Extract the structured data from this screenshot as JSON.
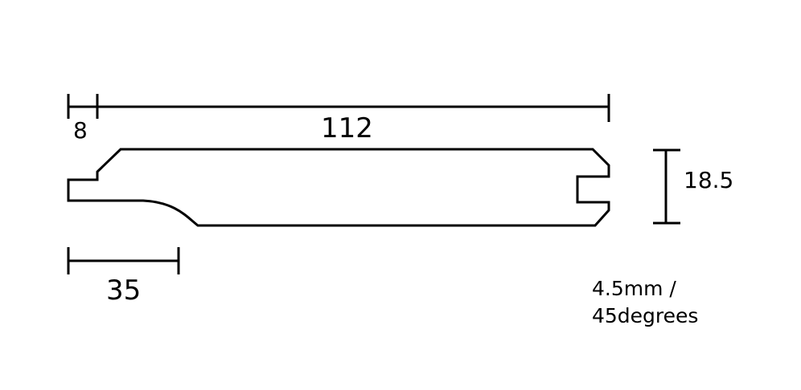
{
  "diagram": {
    "dimensions": {
      "tongue_width": "8",
      "board_width": "112",
      "thickness": "18.5",
      "profile_depth": "35"
    },
    "note": {
      "line1": "4.5mm /",
      "line2": "45degrees"
    },
    "colors": {
      "line": "#000000",
      "background": "#ffffff"
    }
  }
}
